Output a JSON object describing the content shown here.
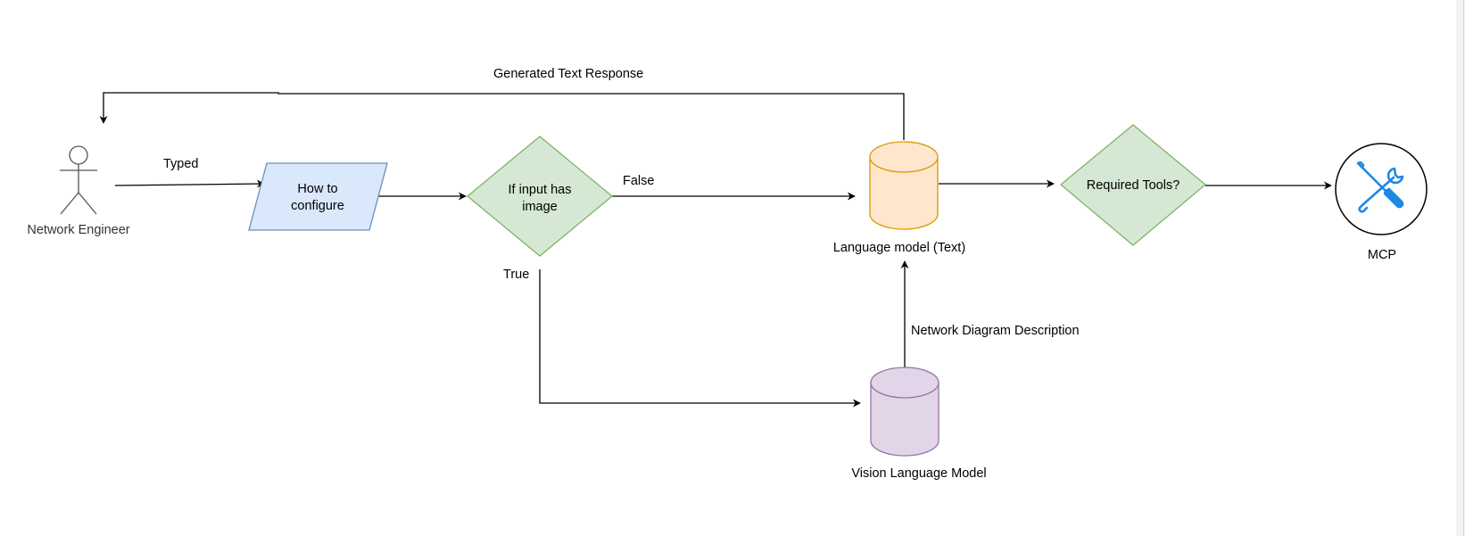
{
  "nodes": {
    "actor": {
      "label": "Network Engineer"
    },
    "input": {
      "line1": "How to",
      "line2": "configure"
    },
    "decision_image": {
      "line1": "If input has",
      "line2": "image"
    },
    "lm_text": {
      "label": "Language model (Text)"
    },
    "decision_tools": {
      "label": "Required Tools?"
    },
    "mcp": {
      "label": "MCP"
    },
    "vlm": {
      "label": "Vision Language Model"
    }
  },
  "edges": {
    "typed": "Typed",
    "false": "False",
    "true": "True",
    "generated": "Generated Text Response",
    "description": "Network Diagram Description"
  },
  "colors": {
    "input_fill": "#dae8fc",
    "input_stroke": "#6c8ebf",
    "decision_fill": "#d5e8d4",
    "decision_stroke": "#82b366",
    "lm_fill": "#ffe6cc",
    "lm_stroke": "#d79b00",
    "vlm_fill": "#e1d5e7",
    "vlm_stroke": "#9673a6",
    "tool_icon": "#1e88e5"
  },
  "icons": {
    "mcp": "tools-icon",
    "actor": "stick-figure-icon"
  }
}
